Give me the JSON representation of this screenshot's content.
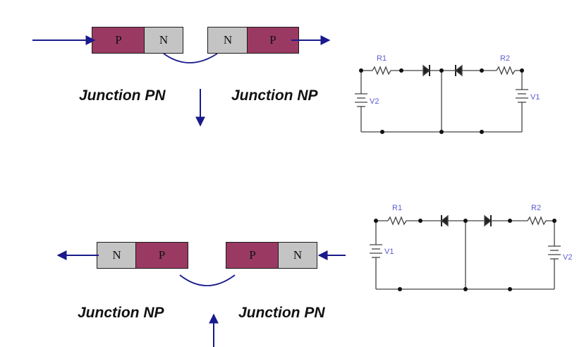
{
  "top": {
    "left_pair": [
      "P",
      "N"
    ],
    "right_pair": [
      "N",
      "P"
    ],
    "label_left": "Junction PN",
    "label_right": "Junction NP"
  },
  "bottom": {
    "left_pair": [
      "N",
      "P"
    ],
    "right_pair": [
      "P",
      "N"
    ],
    "label_left": "Junction NP",
    "label_right": "Junction PN"
  },
  "circuit_top": {
    "r1": "R1",
    "r2": "R2",
    "v_left": "V2",
    "v_right": "V1"
  },
  "circuit_bottom": {
    "r1": "R1",
    "r2": "R2",
    "v_left": "V1",
    "v_right": "V2"
  },
  "colors": {
    "p_region": "#9a3a62",
    "n_region": "#c4c4c4",
    "arrow": "#1a1a8c",
    "circuit_label": "#5c5cd6"
  }
}
